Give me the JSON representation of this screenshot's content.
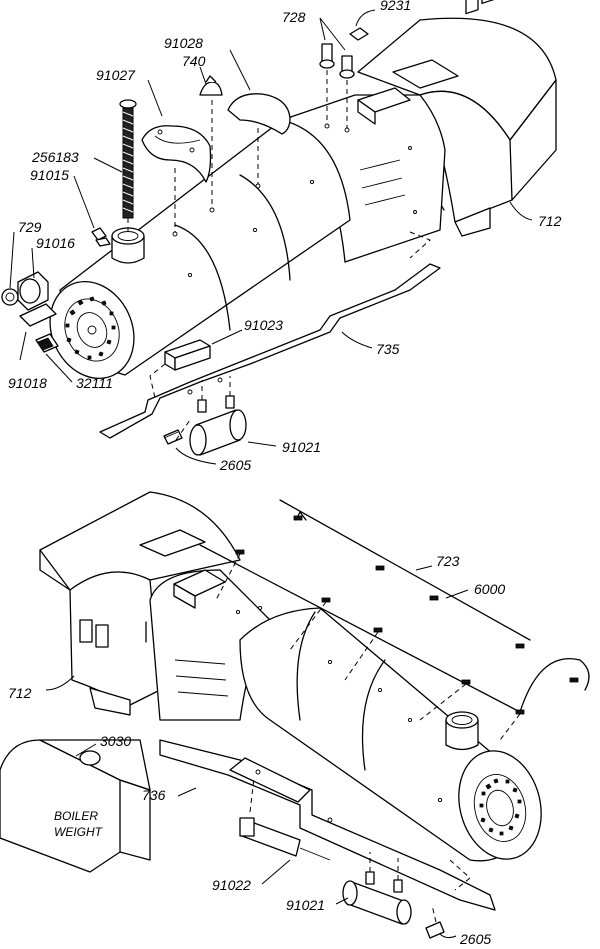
{
  "top_assembly": {
    "labels": {
      "p728": "728",
      "p9231": "9231",
      "p91028": "91028",
      "p91027": "91027",
      "p740": "740",
      "p256183": "256183",
      "p91015": "91015",
      "p729": "729",
      "p91016": "91016",
      "p712": "712",
      "p91023": "91023",
      "p735": "735",
      "p91018": "91018",
      "p32111": "32111",
      "p91021": "91021",
      "p2605": "2605"
    }
  },
  "bottom_assembly": {
    "labels": {
      "p723": "723",
      "p6000": "6000",
      "p712": "712",
      "p3030": "3030",
      "p736": "736",
      "p91022": "91022",
      "p91021": "91021",
      "p2605": "2605"
    },
    "boiler_weight_text": [
      "BOILER",
      "WEIGHT"
    ]
  }
}
